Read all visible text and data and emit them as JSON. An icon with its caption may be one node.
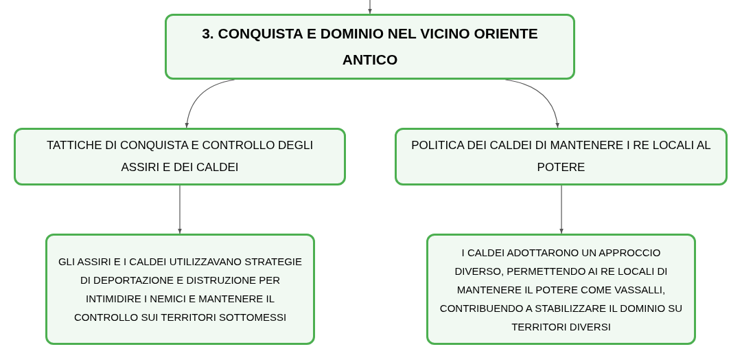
{
  "diagram": {
    "nodes": [
      {
        "text": [
          "3. CONQUISTA E DOMINIO NEL VICINO ORIENTE ANTICO"
        ]
      },
      {
        "text": [
          "TATTICHE DI CONQUISTA E CONTROLLO DEGLI ASSIRI E DEI CALDEI"
        ]
      },
      {
        "text": [
          "POLITICA DEI CALDEI DI MANTENERE I RE LOCALI AL POTERE"
        ]
      },
      {
        "text": [
          "GLI ASSIRI E I CALDEI UTILIZZAVANO STRATEGIE DI DEPORTAZIONE E DISTRUZIONE PER INTIMIDIRE I NEMICI E MANTENERE IL CONTROLLO SUI TERRITORI SOTTOMESSI"
        ]
      },
      {
        "text": [
          "I CALDEI ADOTTARONO UN APPROCCIO DIVERSO, PERMETTENDO AI RE LOCALI DI MANTENERE IL POTERE COME VASSALLI, CONTRIBUENDO A STABILIZZARE IL DOMINIO SU TERRITORI DIVERSI"
        ]
      }
    ],
    "edges": [
      {
        "from": null,
        "to": 0,
        "arrow": "to"
      },
      {
        "from": 0,
        "to": 1,
        "arrow": "to"
      },
      {
        "from": 0,
        "to": 2,
        "arrow": "to"
      },
      {
        "from": 1,
        "to": 3,
        "arrow": "to"
      },
      {
        "from": 2,
        "to": 4,
        "arrow": "to"
      }
    ]
  }
}
